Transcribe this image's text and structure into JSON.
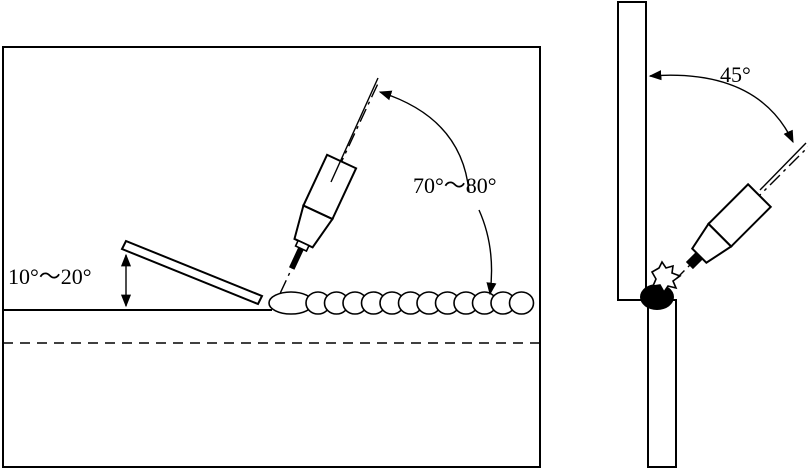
{
  "diagram": {
    "left_view": {
      "angle_rod_label": "10°～20°",
      "angle_torch_label": "70°～80°"
    },
    "right_view": {
      "angle_label": "45°"
    },
    "colors": {
      "line": "#000000",
      "background": "#ffffff",
      "weld_fill": "#000000"
    }
  }
}
